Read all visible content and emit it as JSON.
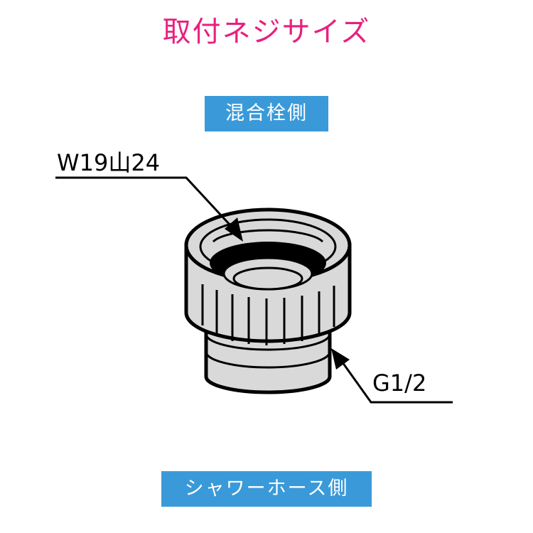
{
  "title": "取付ネジサイズ",
  "top_label": "混合栓側",
  "bottom_label": "シャワーホース側",
  "top_thread_spec": "W19山24",
  "bottom_thread_spec": "G1/2",
  "colors": {
    "title": "#e8207f",
    "label_bg": "#3a9ad9",
    "part_fill": "#d9d9d9",
    "outline": "#000000"
  }
}
